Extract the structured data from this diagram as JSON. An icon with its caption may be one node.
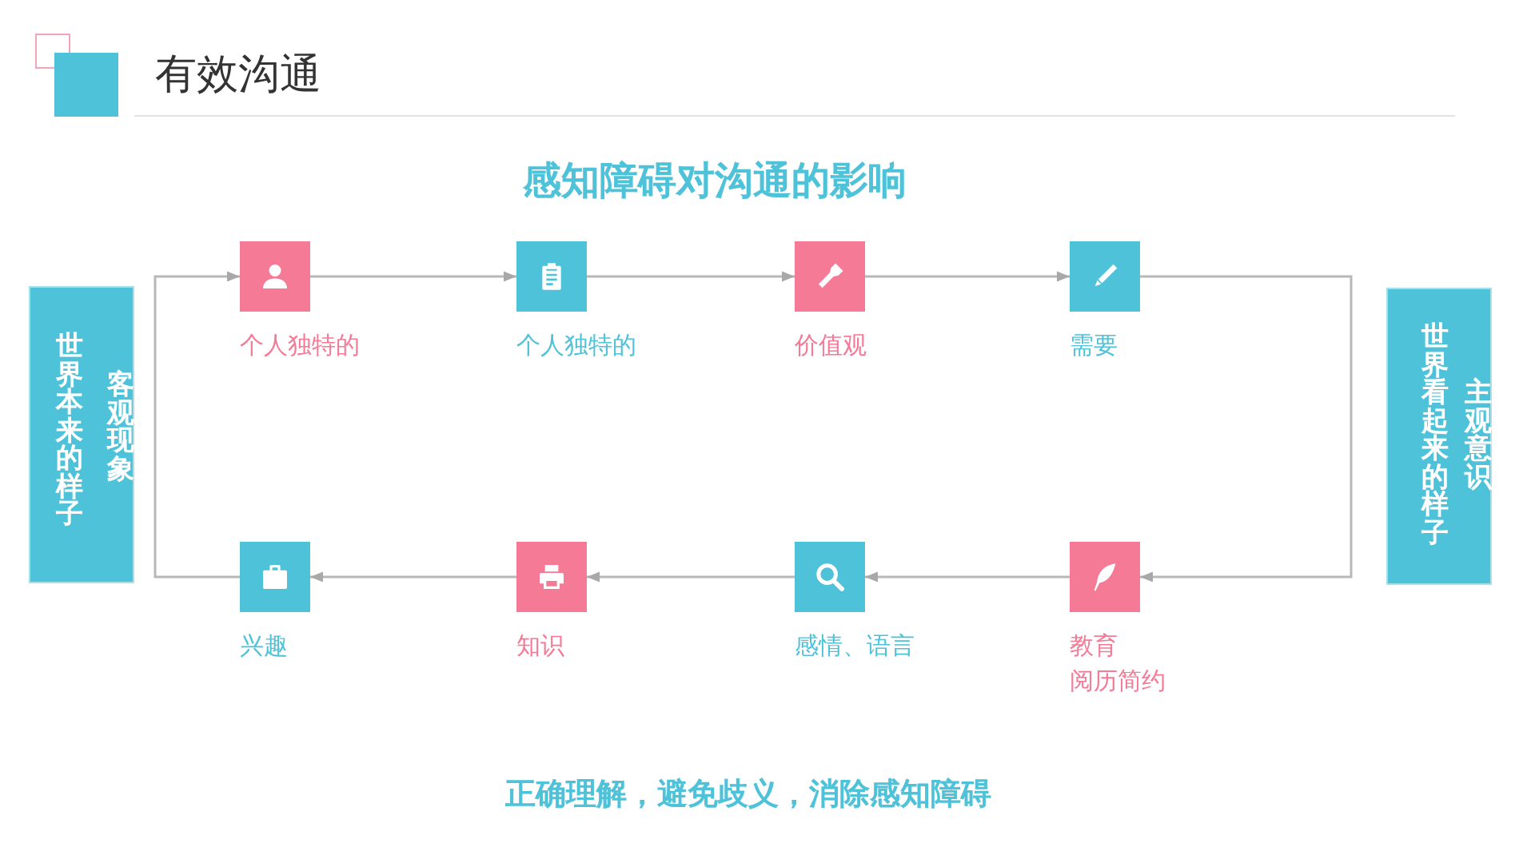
{
  "diagram": {
    "title": "有效沟通",
    "nodes": [
      {
        "text": [
          "世界本来的样子",
          "客观现象"
        ]
      },
      {
        "text": [
          "个人独特的"
        ]
      },
      {
        "text": [
          "个人独特的"
        ]
      },
      {
        "text": [
          "价值观"
        ]
      },
      {
        "text": [
          "需要"
        ]
      },
      {
        "text": [
          "世界看起来的样子",
          "主观意识"
        ]
      },
      {
        "text": [
          "兴趣"
        ]
      },
      {
        "text": [
          "知识"
        ]
      },
      {
        "text": [
          "感情、语言"
        ]
      },
      {
        "text": [
          "教育",
          "阅历简约"
        ]
      }
    ],
    "edges": [
      {
        "from": 1,
        "to": 2,
        "arrow": "to"
      },
      {
        "from": 2,
        "to": 3,
        "arrow": "to"
      },
      {
        "from": 3,
        "to": 4,
        "arrow": "to"
      },
      {
        "from": 4,
        "to": 9,
        "arrow": "to"
      },
      {
        "from": 9,
        "to": 8,
        "arrow": "to"
      },
      {
        "from": 8,
        "to": 7,
        "arrow": "to"
      },
      {
        "from": 7,
        "to": 6,
        "arrow": "to"
      },
      {
        "from": 6,
        "to": 1,
        "arrow": "to"
      }
    ],
    "labels": [
      "感知障碍对沟通的影响"
    ],
    "caption": "正确理解，避免歧义，消除感知障碍"
  }
}
